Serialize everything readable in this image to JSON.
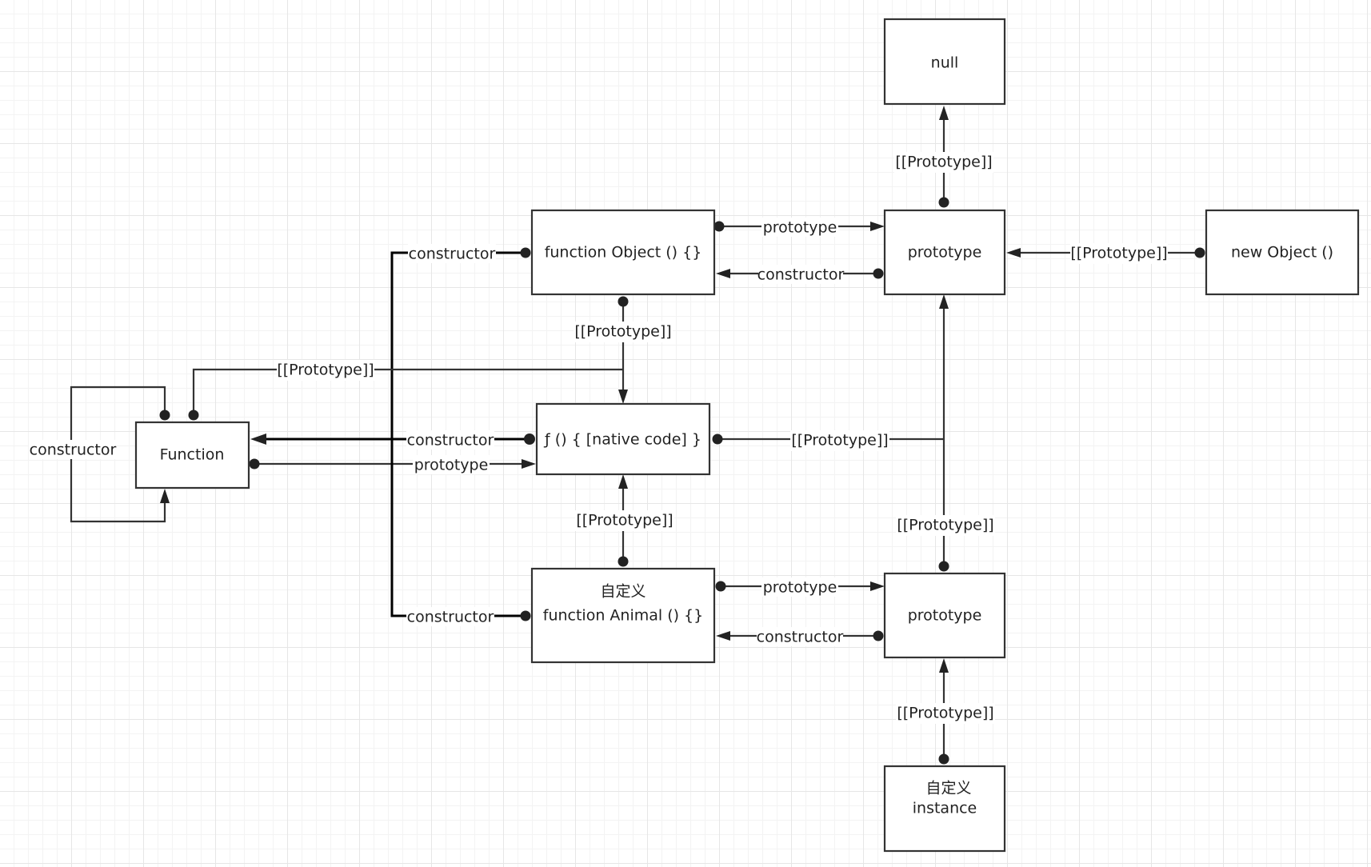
{
  "nodes": {
    "null_node": {
      "text": "null"
    },
    "object_fn": {
      "text": "function Object () {}"
    },
    "object_proto": {
      "text": "prototype"
    },
    "new_object": {
      "text": "new Object  ()"
    },
    "function_node": {
      "text": "Function"
    },
    "native_code": {
      "text": "ƒ () { [native code] }"
    },
    "animal_fn": {
      "line1": "自定义",
      "line2": "function Animal () {}"
    },
    "animal_proto": {
      "text": "prototype"
    },
    "instance": {
      "line1": "自定义",
      "line2": "instance"
    }
  },
  "edges": {
    "objproto_to_null": "[[Prototype]]",
    "objfn_prototype": "prototype",
    "objproto_constructor": "constructor",
    "newobj_proto": "[[Prototype]]",
    "objfn_constructor": "constructor",
    "objfn_proto_native": "[[Prototype]]",
    "function_proto_native": "[[Prototype]]",
    "function_self_constructor": "constructor",
    "native_constructor": "constructor",
    "function_prototype": "prototype",
    "native_proto_objproto": "[[Prototype]]",
    "animal_proto_native": "[[Prototype]]",
    "animal_constructor": "constructor",
    "animal_prototype": "prototype",
    "animalproto_constructor": "constructor",
    "animalproto_objproto": "[[Prototype]]",
    "instance_proto": "[[Prototype]]"
  }
}
